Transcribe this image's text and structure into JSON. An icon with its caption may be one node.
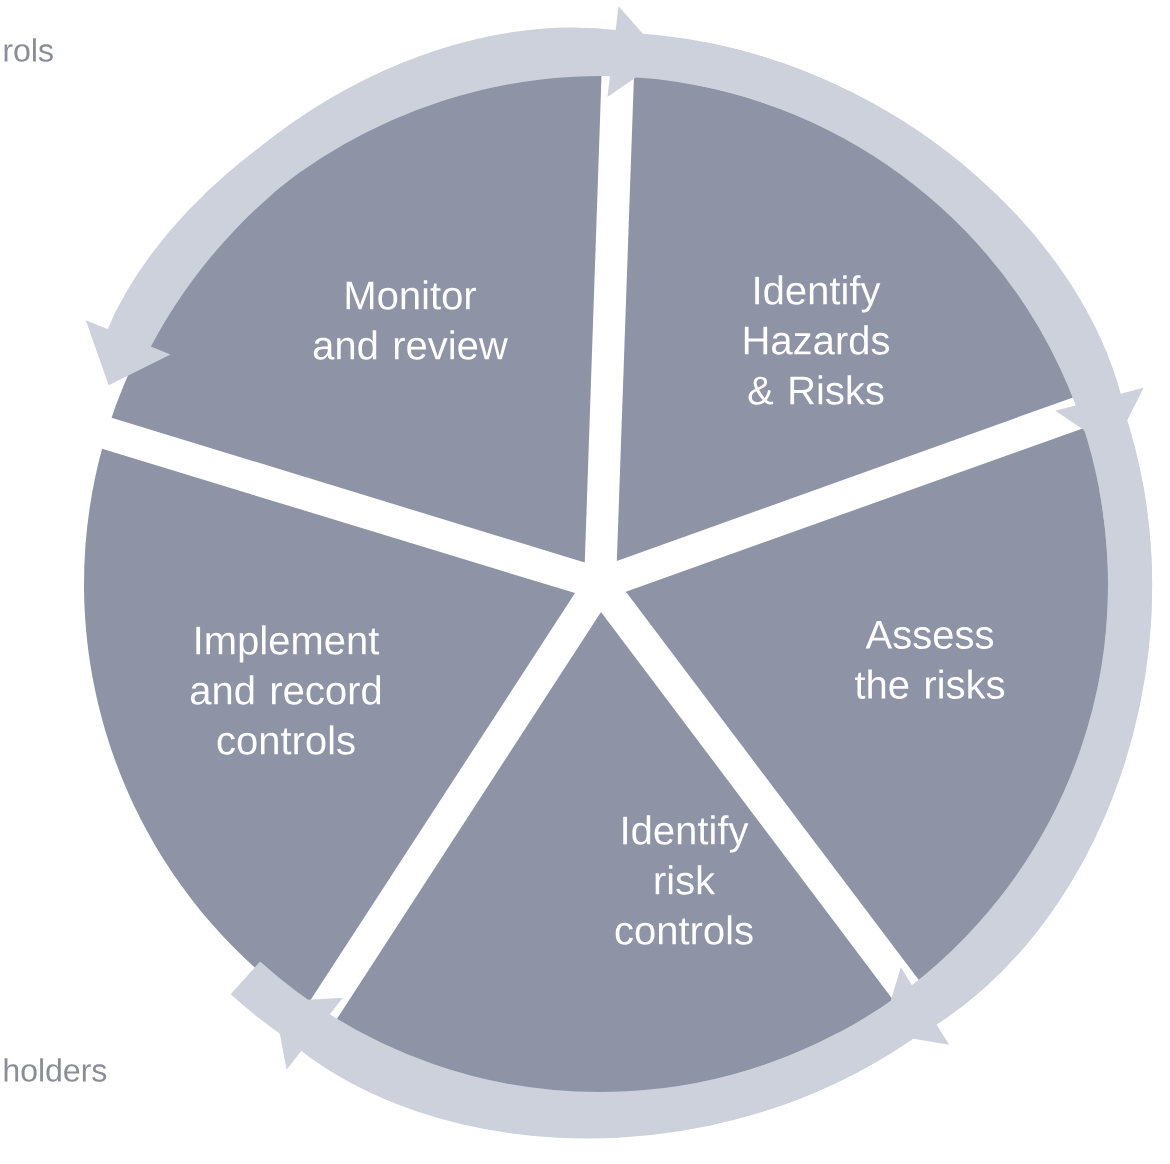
{
  "diagram": {
    "nodes": [
      {
        "text": [
          "Monitor and review"
        ]
      },
      {
        "text": [
          "Identify Hazards & Risks"
        ]
      },
      {
        "text": [
          "Assess the risks"
        ]
      },
      {
        "text": [
          "Identify risk controls"
        ]
      },
      {
        "text": [
          "Implement and record controls"
        ]
      }
    ],
    "edges": [
      {
        "from": 0,
        "to": 1,
        "arrow": "to"
      },
      {
        "from": 1,
        "to": 2,
        "arrow": "to"
      },
      {
        "from": 2,
        "to": 3,
        "arrow": "to"
      },
      {
        "from": 3,
        "to": 4,
        "arrow": "to"
      },
      {
        "from": 4,
        "to": 0,
        "arrow": "to"
      }
    ],
    "labels": [
      "rols",
      "holders"
    ]
  }
}
